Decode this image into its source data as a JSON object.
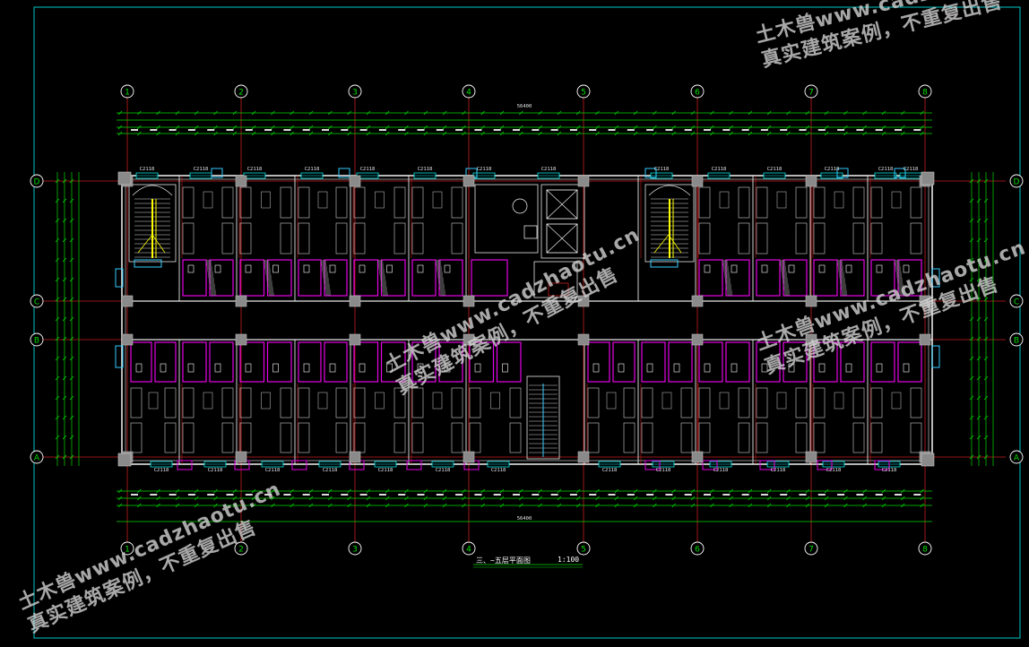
{
  "drawing": {
    "title": "三、~五层平面图",
    "scale": "1:100",
    "grid_columns": [
      "1",
      "2",
      "3",
      "4",
      "5",
      "6",
      "7",
      "8"
    ],
    "grid_rows": [
      "D",
      "C",
      "B",
      "A"
    ],
    "overall_dimension": "56400",
    "colors": {
      "background": "#000000",
      "frame": "#00c8c8",
      "axis": "#c81e1e",
      "grid_bubble": "#ffffff",
      "dimension": "#00dc00",
      "wall": "#e6e6e6",
      "window": "#00e6e6",
      "toilet": "#e600e6",
      "stair": "#ffff00",
      "column": "#8a8a8a"
    },
    "window_labels_top": [
      "C2118",
      "C2118",
      "C2118",
      "C2118",
      "C2118",
      "C2118",
      "C2118",
      "C2118",
      "C2118",
      "C2118",
      "C2118",
      "C2118",
      "C2118",
      "C2118"
    ],
    "window_labels_bottom": [
      "C2118",
      "C2118",
      "C2118",
      "C2118",
      "C2118",
      "C2118",
      "C2118",
      "C2118",
      "C2118",
      "C2118",
      "C2118",
      "C2118",
      "C2118"
    ]
  },
  "watermarks": [
    {
      "line1": "土木兽www.cadzhaotu.cn",
      "line2": "真实建筑案例，不重复出售"
    },
    {
      "line1": "土木兽www.cadzhaotu.cn",
      "line2": "真实建筑案例，不重复出售"
    },
    {
      "line1": "土木兽www.cadzhaotu.cn",
      "line2": "真实建筑案例，不重复出售"
    },
    {
      "line1": "土木兽www.cadzhaotu.cn",
      "line2": "真实建筑案例，不重复出售"
    }
  ]
}
